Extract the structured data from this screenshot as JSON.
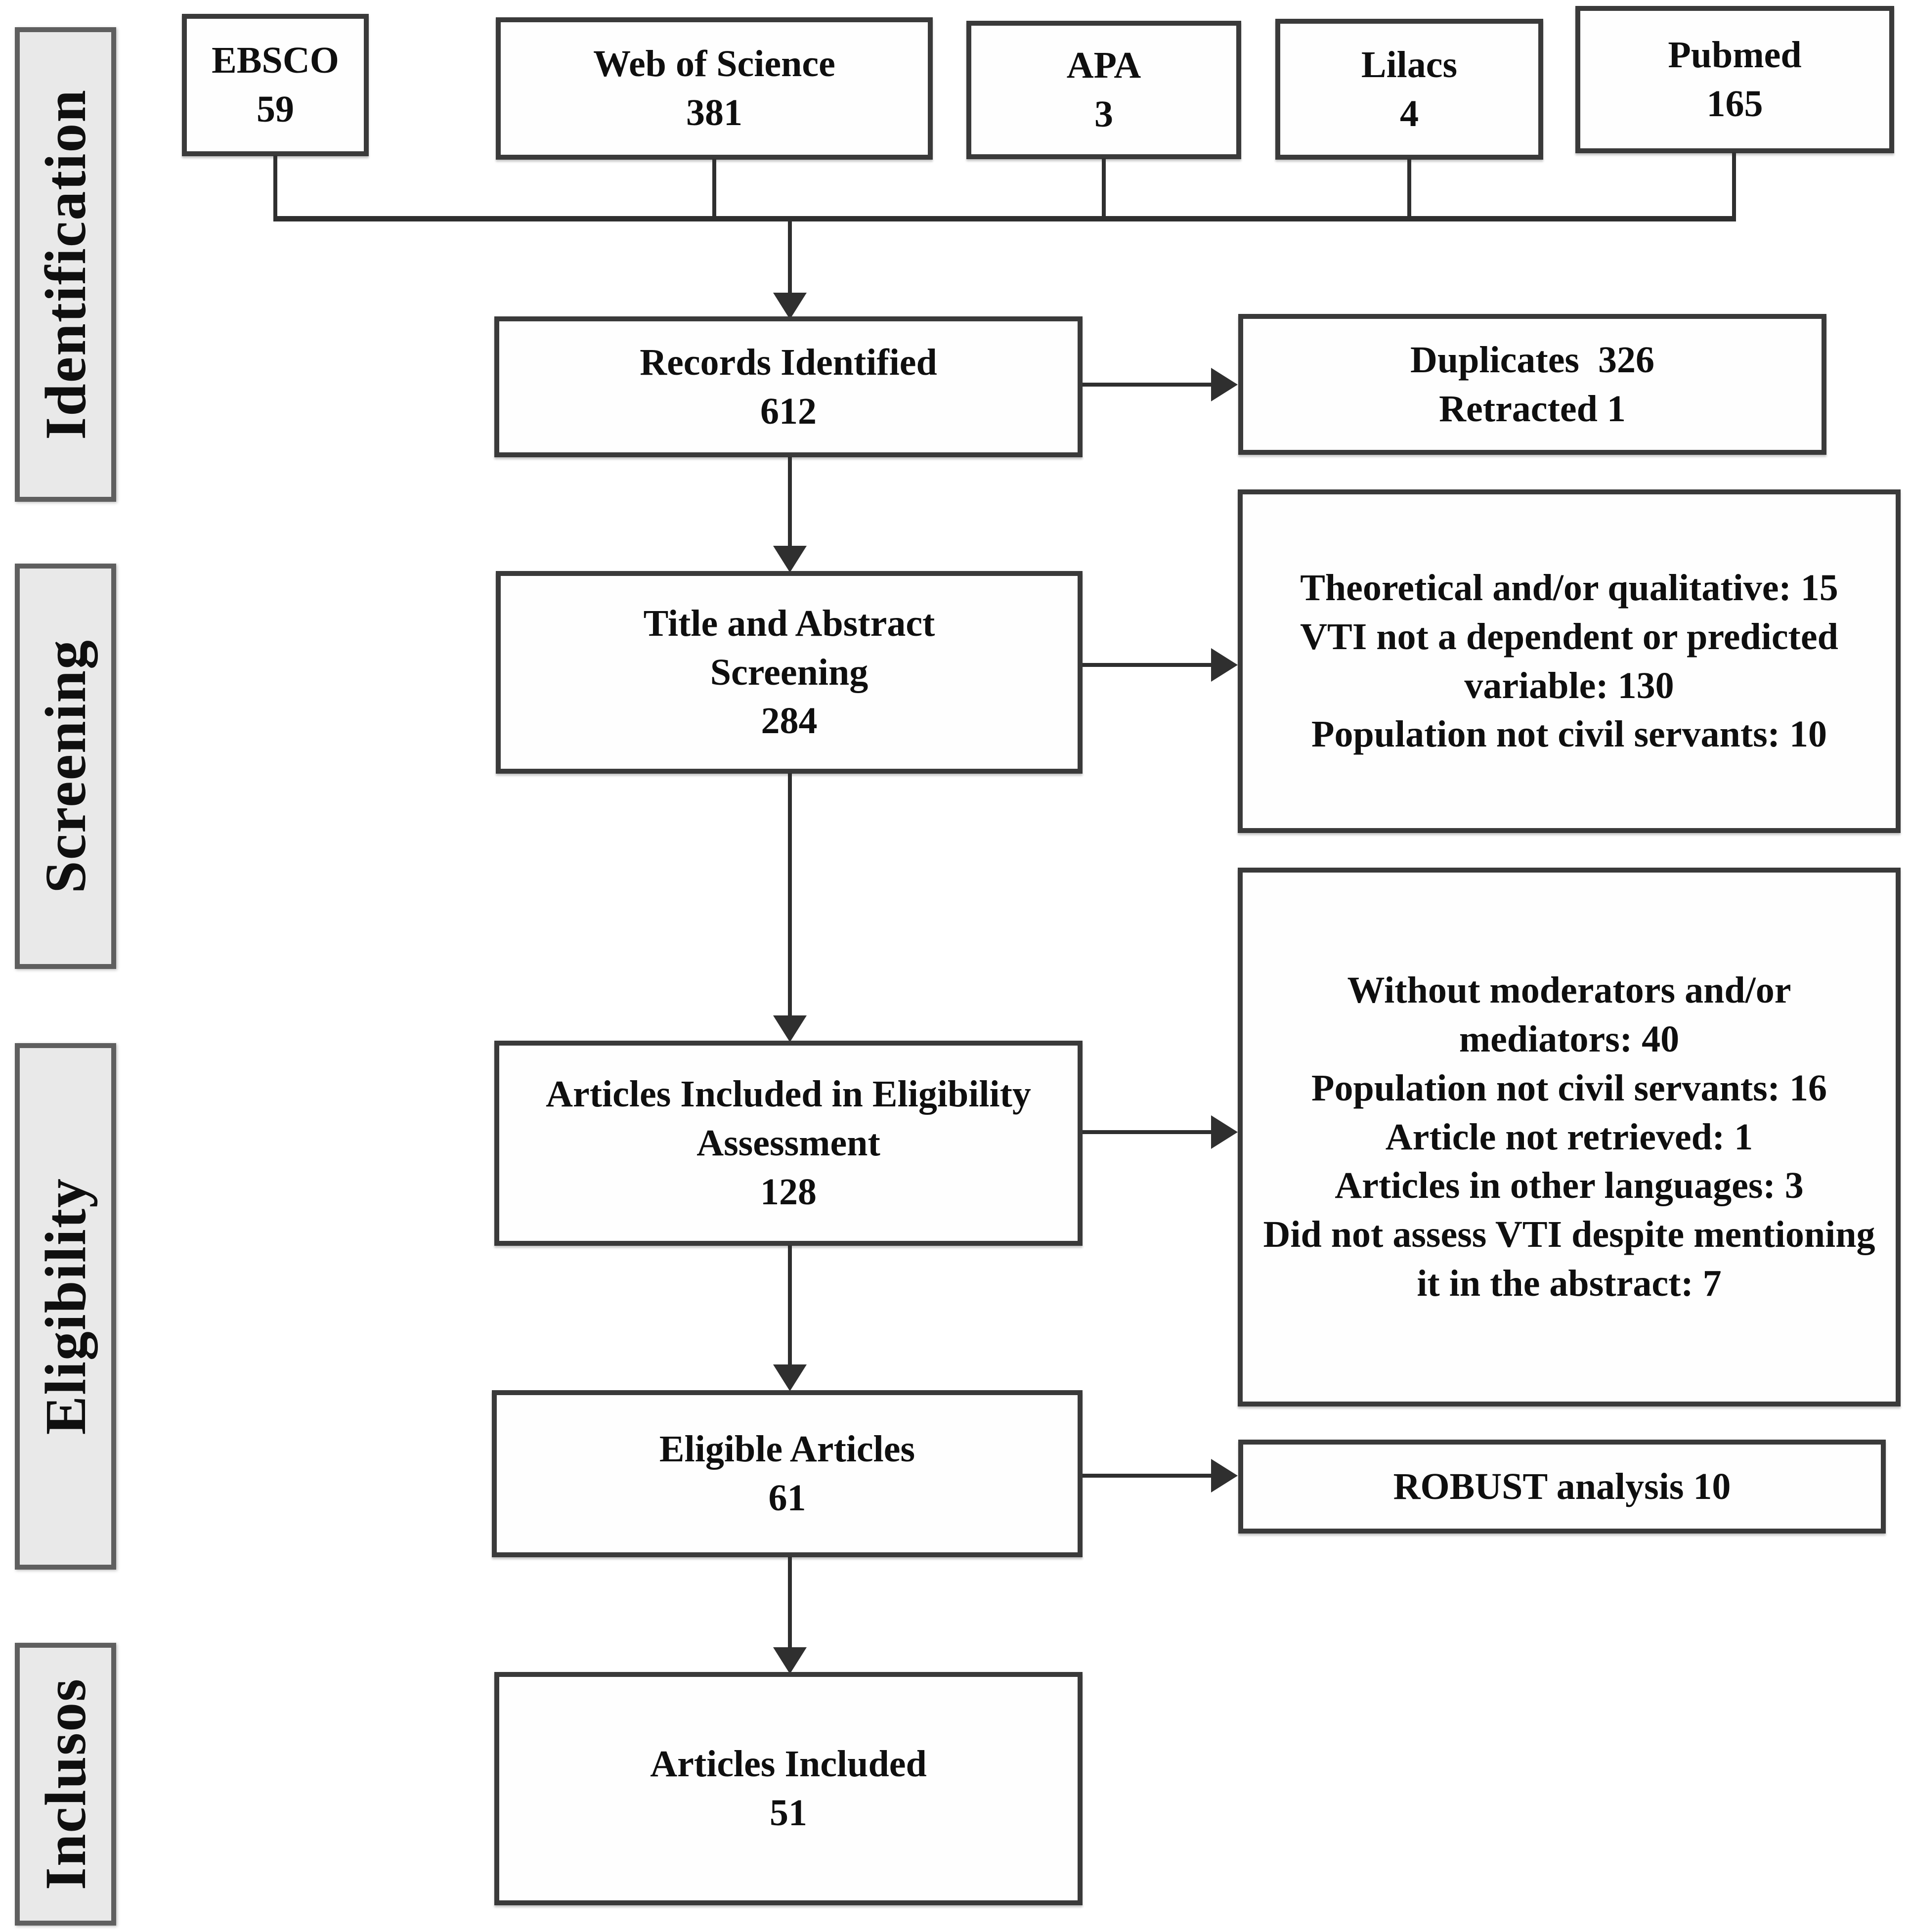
{
  "diagram": {
    "stages": [
      {
        "label": "Identification"
      },
      {
        "label": "Screening"
      },
      {
        "label": "Eligibility"
      },
      {
        "label": "Inclusos"
      }
    ],
    "sources": [
      {
        "name": "EBSCO",
        "count": "59"
      },
      {
        "name": "Web of Science",
        "count": "381"
      },
      {
        "name": "APA",
        "count": "3"
      },
      {
        "name": "Lilacs",
        "count": "4"
      },
      {
        "name": "Pubmed",
        "count": "165"
      }
    ],
    "flow": [
      {
        "label": "Records Identified",
        "count": "612"
      },
      {
        "label": "Title and Abstract Screening",
        "count": "284"
      },
      {
        "label": "Articles Included in Eligibility Assessment",
        "count": "128"
      },
      {
        "label": "Eligible Articles",
        "count": "61"
      },
      {
        "label": "Articles Included",
        "count": "51"
      }
    ],
    "side_boxes": [
      {
        "lines": [
          "Duplicates  326",
          "Retracted 1"
        ]
      },
      {
        "lines": [
          "Theoretical and/or qualitative: 15",
          "VTI not a dependent or predicted variable: 130",
          "Population not civil servants: 10"
        ]
      },
      {
        "lines": [
          "Without moderators and/or mediators: 40",
          "Population not civil servants: 16",
          "Article not retrieved: 1",
          "Articles in other languages: 3",
          "Did not assess VTI despite mentioning it in the abstract: 7"
        ]
      },
      {
        "lines": [
          "ROBUST analysis 10"
        ]
      }
    ],
    "colors": {
      "box_border": "#3a3a3a",
      "sidebar_fill": "#e9e9e9",
      "sidebar_border": "#5f5f5f",
      "line": "#2f2f2f",
      "text": "#0f0f0f",
      "background": "#ffffff"
    }
  }
}
